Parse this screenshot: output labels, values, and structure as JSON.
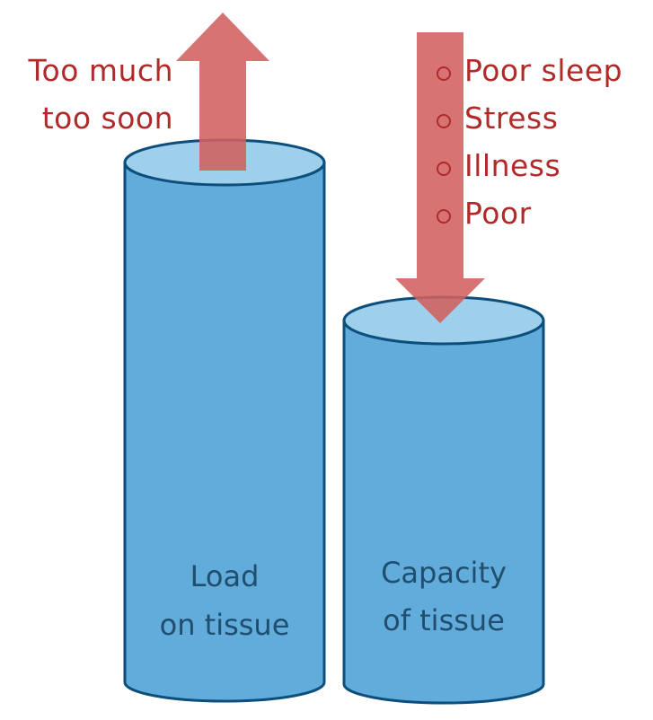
{
  "colors": {
    "cylinder_body": "#62acdc",
    "cylinder_top": "#9ed0ec",
    "cylinder_stroke": "#0d4f7c",
    "arrow_fill": "#d2605e",
    "red_text": "#b02a2a",
    "blue_text": "#1f4e6e"
  },
  "load_cylinder": {
    "label_line1": "Load",
    "label_line2": "on tissue"
  },
  "capacity_cylinder": {
    "label_line1": "Capacity",
    "label_line2": "of tissue"
  },
  "up_arrow": {
    "label_line1": "Too much",
    "label_line2": "too soon"
  },
  "down_arrow": {
    "factors": [
      "Poor sleep",
      "Stress",
      "Illness",
      "Poor"
    ]
  }
}
